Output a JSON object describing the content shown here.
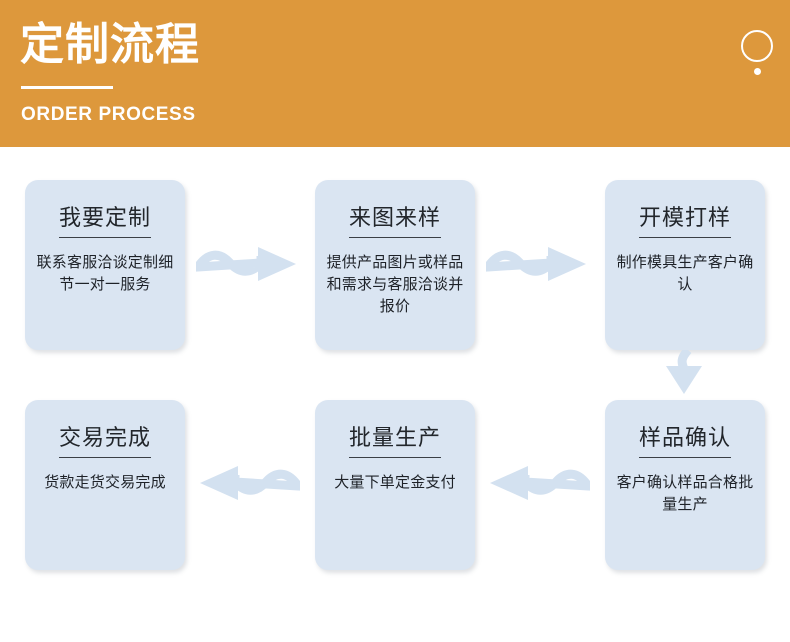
{
  "header": {
    "title_cn": "定制流程",
    "title_en": "ORDER PROCESS",
    "background_color": "#dd983c",
    "text_color": "#ffffff",
    "circle_icon": "circle-outline-icon",
    "dot_icon": "dot-icon"
  },
  "theme": {
    "card_background": "#dae5f2",
    "card_title_color": "#22262b",
    "card_body_color": "#1e2228",
    "arrow_color": "#d3e1f0",
    "page_background": "#ffffff"
  },
  "steps": [
    {
      "id": "step-1",
      "title": "我要定制",
      "body": "联系客服洽谈定制细节一对一服务"
    },
    {
      "id": "step-2",
      "title": "来图来样",
      "body": "提供产品图片或样品和需求与客服洽谈并报价"
    },
    {
      "id": "step-3",
      "title": "开模打样",
      "body": "制作模具生产客户确认"
    },
    {
      "id": "step-4",
      "title": "样品确认",
      "body": "客户确认样品合格批量生产"
    },
    {
      "id": "step-5",
      "title": "批量生产",
      "body": "大量下单定金支付"
    },
    {
      "id": "step-6",
      "title": "交易完成",
      "body": "货款走货交易完成"
    }
  ],
  "connectors": [
    {
      "id": "connector-1",
      "direction": "right",
      "from": "step-1",
      "to": "step-2",
      "icon": "wavy-arrow-right-icon"
    },
    {
      "id": "connector-2",
      "direction": "right",
      "from": "step-2",
      "to": "step-3",
      "icon": "wavy-arrow-right-icon"
    },
    {
      "id": "connector-3",
      "direction": "down",
      "from": "step-3",
      "to": "step-4",
      "icon": "wavy-arrow-down-icon"
    },
    {
      "id": "connector-4",
      "direction": "left",
      "from": "step-4",
      "to": "step-5",
      "icon": "wavy-arrow-left-icon"
    },
    {
      "id": "connector-5",
      "direction": "left",
      "from": "step-5",
      "to": "step-6",
      "icon": "wavy-arrow-left-icon"
    }
  ]
}
